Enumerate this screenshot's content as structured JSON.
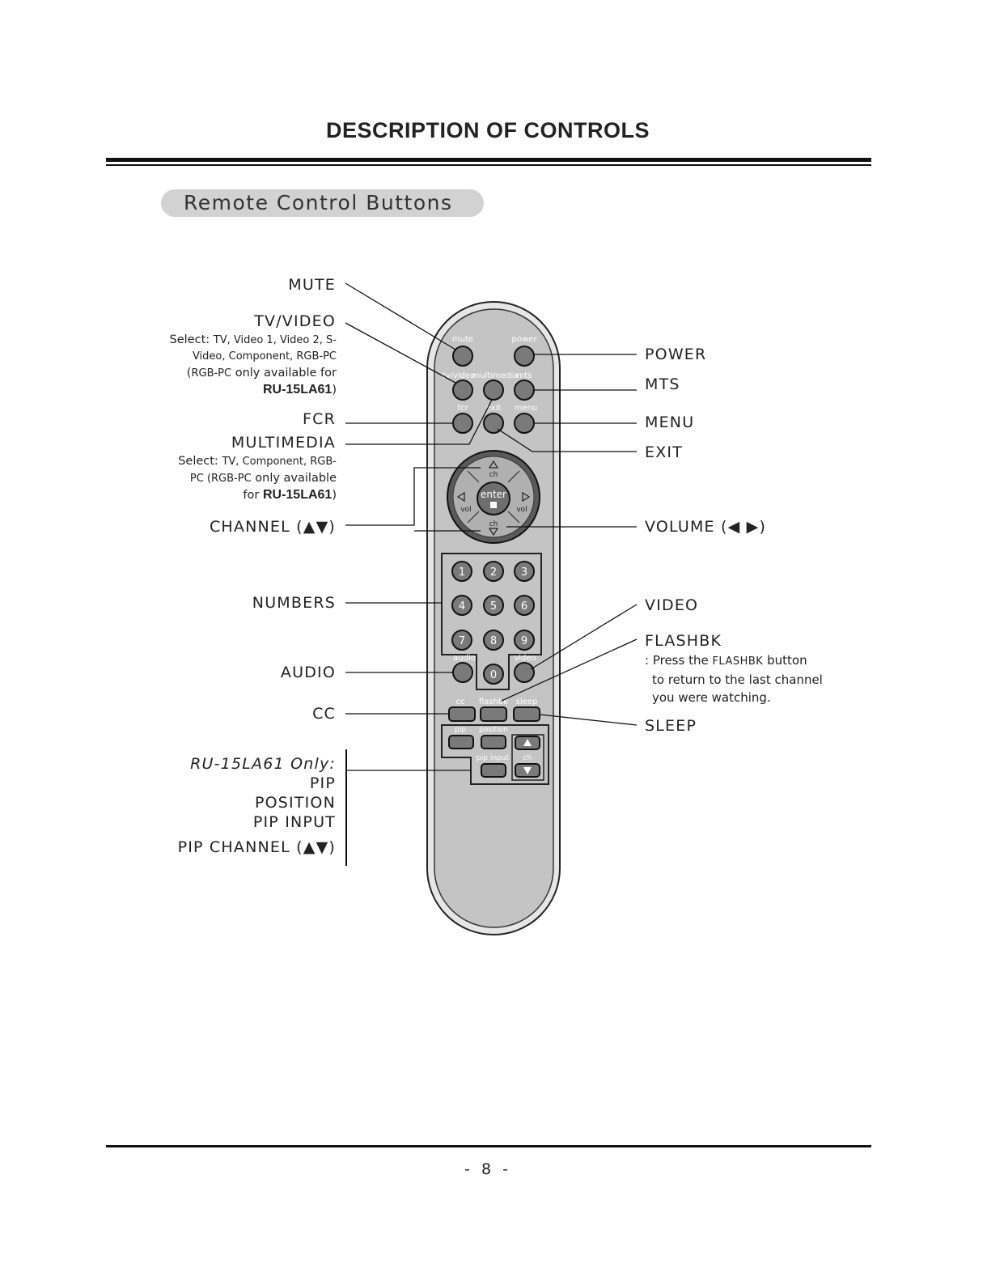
{
  "header": {
    "title": "DESCRIPTION OF CONTROLS"
  },
  "section": {
    "title": "Remote Control Buttons"
  },
  "left_labels": {
    "mute": "MUTE",
    "tvvideo": "TV/VIDEO",
    "tvvideo_desc": {
      "line1_a": "Select: ",
      "line1_b": "TV, Video 1, Video 2, S-",
      "line2": "Video, Component, RGB-PC",
      "line3_a": "(",
      "line3_b": "RGB-PC",
      "line3_c": " only available for",
      "line4_model": "RU-15LA61",
      "line4_close": ")"
    },
    "fcr": "FCR",
    "multimedia": "MULTIMEDIA",
    "multimedia_desc": {
      "line1_a": "Select: ",
      "line1_b": "TV, Component, RGB-",
      "line2_a": "PC (",
      "line2_b": "RGB-PC",
      "line2_c": " only available",
      "line3_a": "for ",
      "line3_model": "RU-15LA61",
      "line3_close": ")"
    },
    "channel": "CHANNEL (▲▼)",
    "numbers": "NUMBERS",
    "audio": "AUDIO",
    "cc": "CC",
    "pip_only": "RU-15LA61 Only:",
    "pip": "PIP",
    "position": "POSITION",
    "pip_input": "PIP INPUT",
    "pip_channel": "PIP CHANNEL (▲▼)"
  },
  "right_labels": {
    "power": "POWER",
    "mts": "MTS",
    "menu": "MENU",
    "exit": "EXIT",
    "volume": "VOLUME (◀ ▶)",
    "video": "VIDEO",
    "flashbk": "FLASHBK",
    "flashbk_desc": {
      "line1_a": ": Press the ",
      "line1_b": "FLASHBK",
      "line1_c": " button",
      "line2": "to return to the last channel",
      "line3": "you were watching."
    },
    "sleep": "SLEEP"
  },
  "remote": {
    "mute": "mute",
    "power": "power",
    "tvvideo": "tv/video",
    "multimedia": "multimedia",
    "mts": "mts",
    "fcr": "fcr",
    "exit": "exit",
    "menu": "menu",
    "ch": "ch",
    "vol": "vol",
    "enter": "enter",
    "num1": "1",
    "num2": "2",
    "num3": "3",
    "num4": "4",
    "num5": "5",
    "num6": "6",
    "num7": "7",
    "num8": "8",
    "num9": "9",
    "num0": "0",
    "audio": "audio",
    "video": "video",
    "cc": "cc",
    "flashbk": "flashbk",
    "sleep": "sleep",
    "pip": "pip",
    "position": "position",
    "pip_input": "pip input",
    "pip_ch": "ch"
  },
  "footer": {
    "page_number": "- 8 -"
  }
}
